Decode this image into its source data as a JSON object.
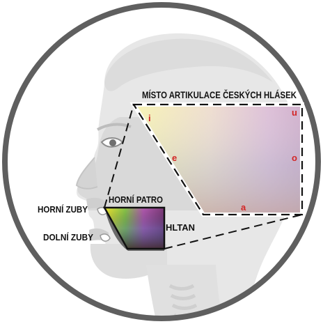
{
  "title": "MÍSTO ARTIKULACE ČESKÝCH HLÁSEK",
  "labels": {
    "upper_teeth": "HORNÍ ZUBY",
    "lower_teeth": "DOLNÍ ZUBY",
    "palate": "HORNÍ PATRO",
    "pharynx": "HLTAN"
  },
  "vowels": {
    "i": "i",
    "u": "u",
    "e": "e",
    "o": "o",
    "a": "a"
  },
  "colors": {
    "ring": "#5f5f5f",
    "head_fill": "#e6e6e6",
    "vowel_text": "#d32525",
    "frame": "#111111"
  },
  "icons": {
    "head": "head-profile-icon"
  }
}
